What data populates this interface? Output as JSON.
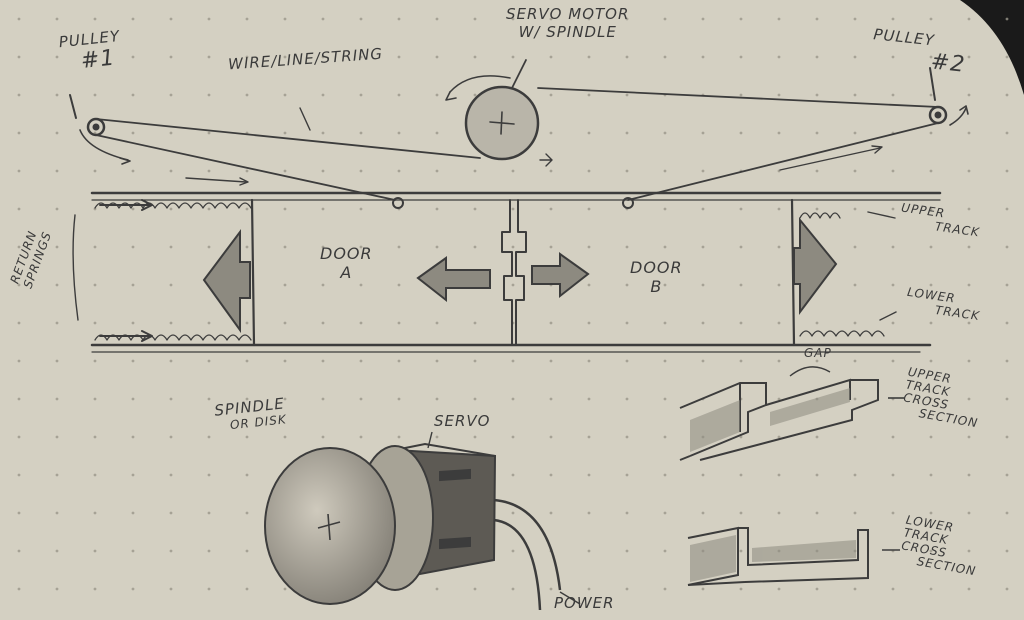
{
  "colors": {
    "paper": "#d4d0c2",
    "pencil": "#3c3c3c",
    "shade": "#8d8a80",
    "background": "#1a1a1a"
  },
  "labels": {
    "pulley1": [
      "PULLEY",
      "#1"
    ],
    "pulley2": [
      "PULLEY",
      "#2"
    ],
    "wire": "WIRE/LINE/STRING",
    "servo_motor": [
      "SERVO MOTOR",
      "W/ SPINDLE"
    ],
    "return_springs": [
      "RETURN",
      "SPRINGS"
    ],
    "door_a": [
      "DOOR",
      "A"
    ],
    "door_b": [
      "DOOR",
      "B"
    ],
    "upper_track": [
      "UPPER",
      "TRACK"
    ],
    "lower_track": [
      "LOWER",
      "TRACK"
    ],
    "gap": "GAP",
    "upper_cross": [
      "UPPER",
      "TRACK",
      "CROSS",
      "SECTION"
    ],
    "lower_cross": [
      "LOWER",
      "TRACK",
      "CROSS",
      "SECTION"
    ],
    "spindle": [
      "SPINDLE",
      "OR DISK"
    ],
    "servo": "SERVO",
    "power": "POWER"
  }
}
